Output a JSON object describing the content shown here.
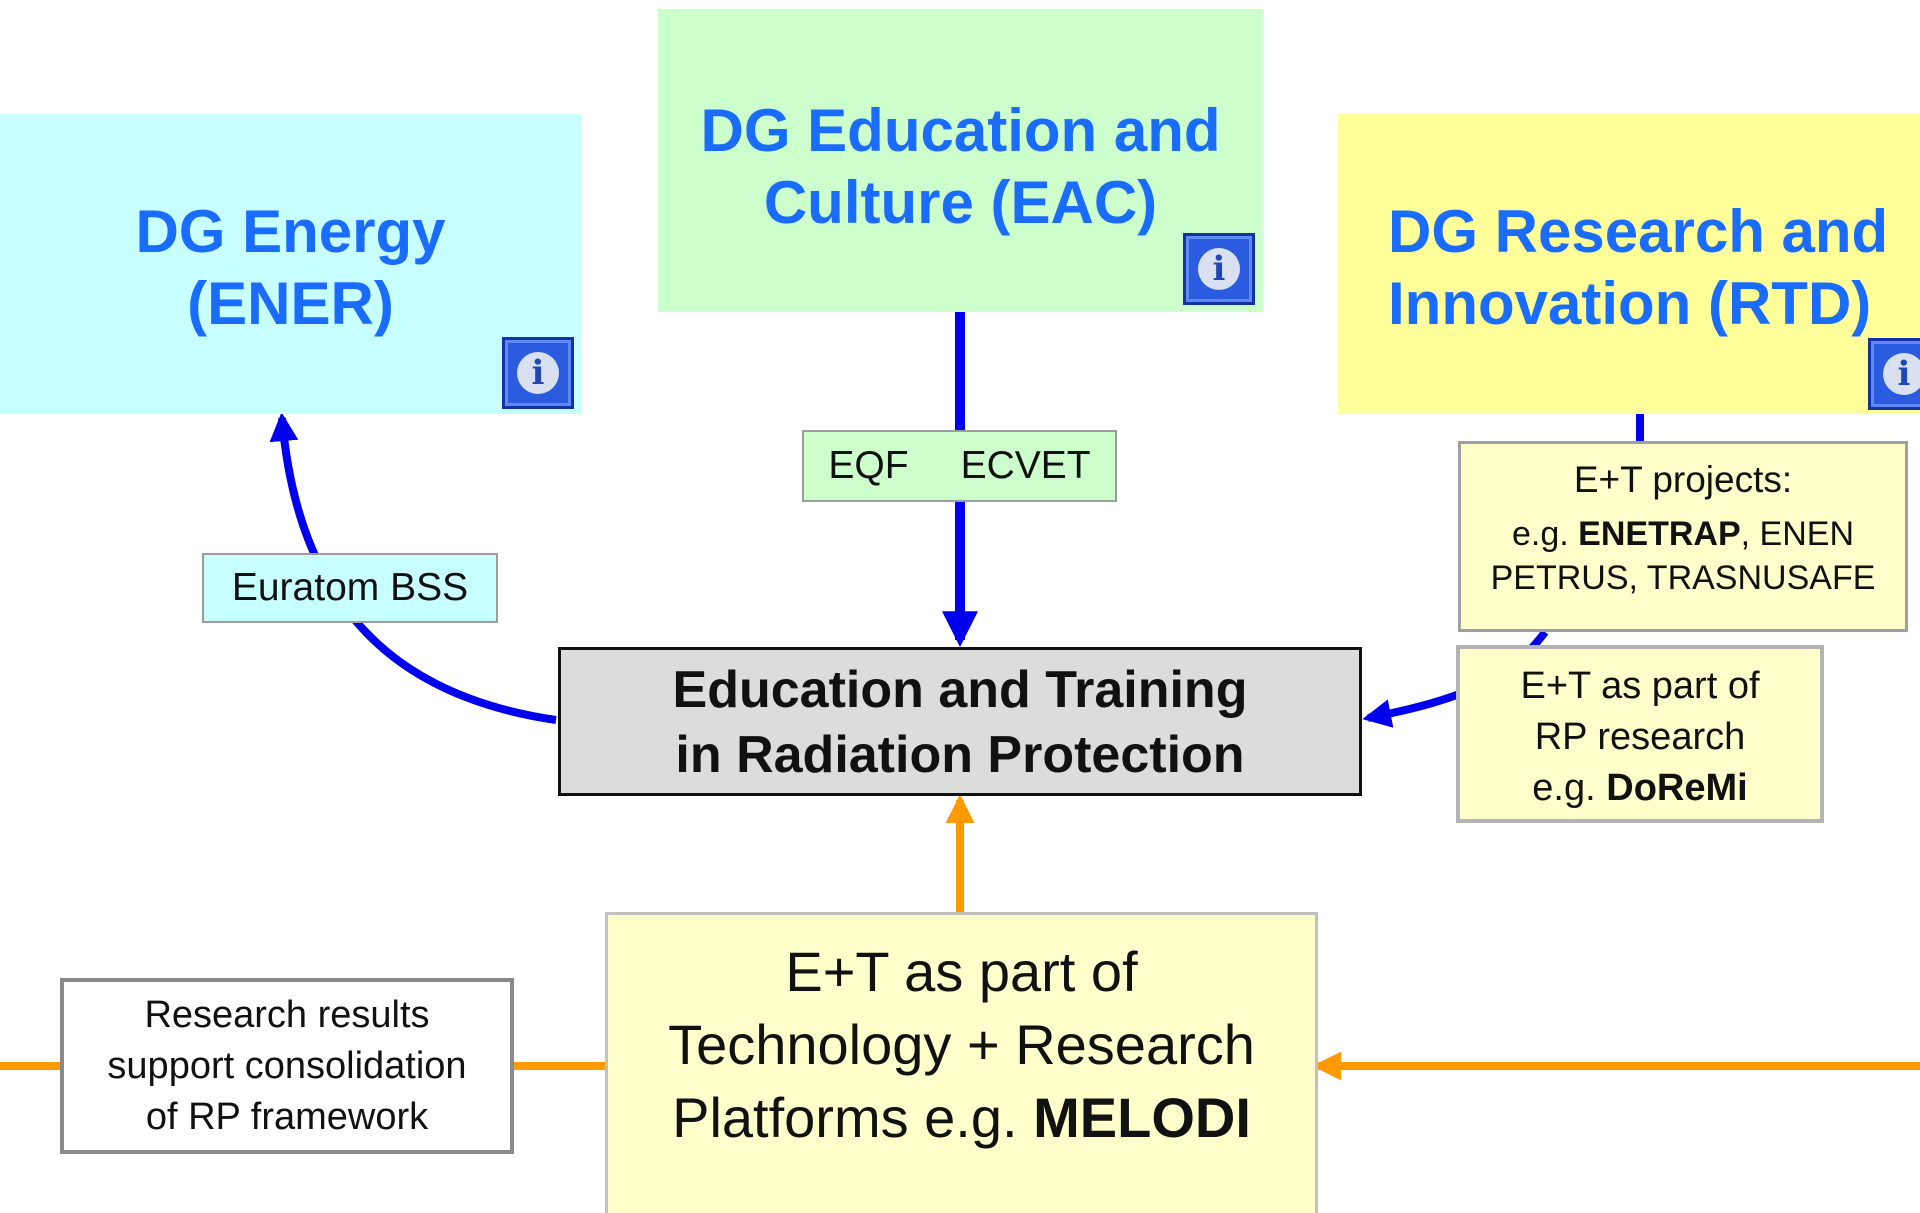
{
  "dg_energy": {
    "line1": "DG Energy",
    "line2": "(ENER)"
  },
  "dg_eac": {
    "line1": "DG Education and",
    "line2": "Culture (EAC)"
  },
  "dg_rtd": {
    "line1": "DG Research and",
    "line2": "Innovation (RTD)"
  },
  "info_glyph": "i",
  "labels": {
    "euratom": "Euratom BSS",
    "eqf": "EQF",
    "ecvet": "ECVET"
  },
  "center": {
    "line1": "Education and Training",
    "line2": "in Radiation Protection"
  },
  "et_projects": {
    "title": "E+T projects:",
    "eg": "e.g.",
    "enetrap": "ENETRAP",
    "rest_line2": ", ENEN",
    "line3": "PETRUS, TRASNUSAFE"
  },
  "rp_research": {
    "line1": "E+T as part of",
    "line2": "RP research",
    "eg": "e.g.",
    "doremi": "DoReMi"
  },
  "platforms": {
    "line1": "E+T as part of",
    "line2": "Technology + Research",
    "line3_prefix": "Platforms e.g.",
    "melodi": "MELODI"
  },
  "research_results": {
    "line1": "Research results",
    "line2": "support consolidation",
    "line3": "of RP framework"
  },
  "colors": {
    "energy_bg": "#c8ffff",
    "eac_bg": "#ccffcc",
    "rtd_bg": "#ffff99",
    "pale_yellow": "#ffffcc",
    "center_bg": "#dcdcdc",
    "blue_arrow": "#0000ee",
    "orange_arrow": "#ff9900",
    "dg_text": "#1a6cff"
  }
}
